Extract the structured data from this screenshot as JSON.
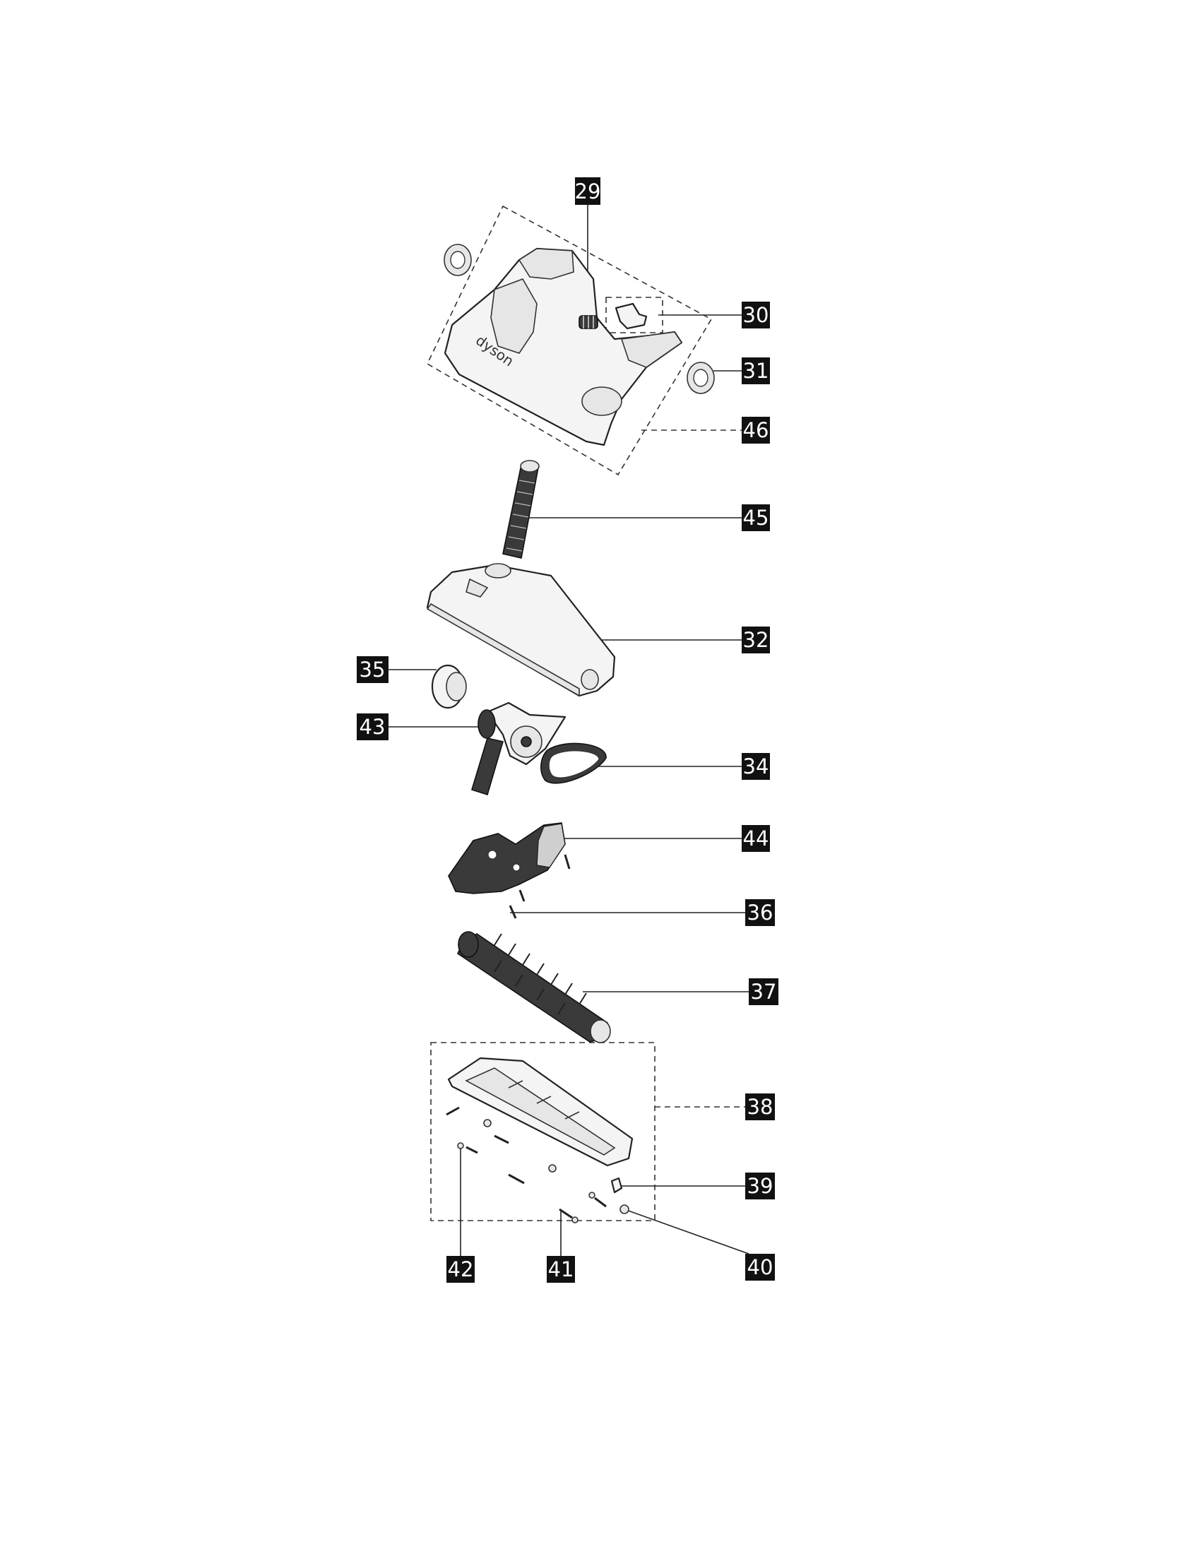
{
  "diagram": {
    "brand_text": "dyson",
    "callouts": [
      {
        "id": "29",
        "label": "29"
      },
      {
        "id": "30",
        "label": "30"
      },
      {
        "id": "31",
        "label": "31"
      },
      {
        "id": "46",
        "label": "46"
      },
      {
        "id": "45",
        "label": "45"
      },
      {
        "id": "32",
        "label": "32"
      },
      {
        "id": "35",
        "label": "35"
      },
      {
        "id": "43",
        "label": "43"
      },
      {
        "id": "34",
        "label": "34"
      },
      {
        "id": "44",
        "label": "44"
      },
      {
        "id": "36",
        "label": "36"
      },
      {
        "id": "37",
        "label": "37"
      },
      {
        "id": "38",
        "label": "38"
      },
      {
        "id": "39",
        "label": "39"
      },
      {
        "id": "42",
        "label": "42"
      },
      {
        "id": "41",
        "label": "41"
      },
      {
        "id": "40",
        "label": "40"
      }
    ]
  }
}
